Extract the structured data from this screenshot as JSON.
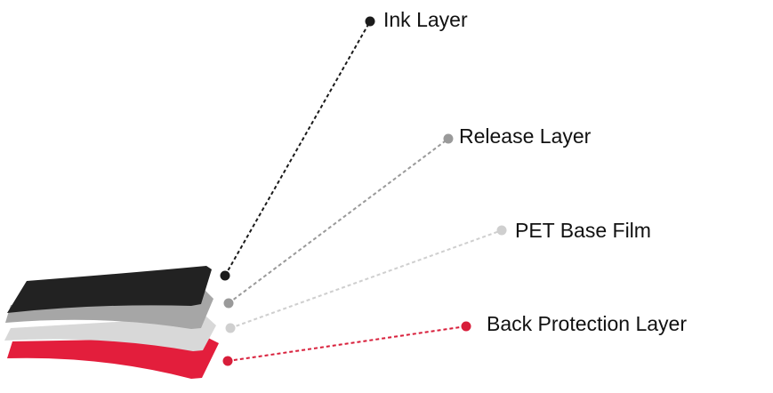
{
  "layers": [
    {
      "id": "ink",
      "label": "Ink Layer",
      "color": "#222222",
      "line_color": "#1b1b1b"
    },
    {
      "id": "release",
      "label": "Release Layer",
      "color": "#a6a6a6",
      "line_color": "#9a9a9a"
    },
    {
      "id": "pet",
      "label": "PET Base Film",
      "color": "#d8d8d8",
      "line_color": "#cfcfcf"
    },
    {
      "id": "back",
      "label": "Back Protection Layer",
      "color": "#e31e3c",
      "line_color": "#d81e3a"
    }
  ]
}
